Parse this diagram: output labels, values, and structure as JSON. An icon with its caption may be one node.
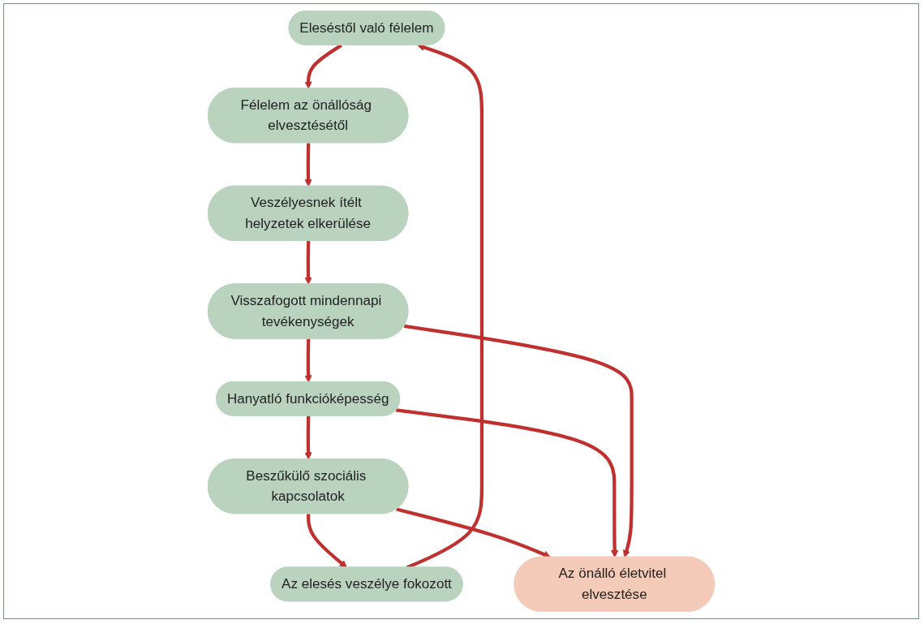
{
  "diagram": {
    "nodes": [
      {
        "text": [
          "Eleséstől való félelem"
        ]
      },
      {
        "text": [
          "Félelem az önállóság elvesztésétől"
        ]
      },
      {
        "text": [
          "Veszélyesnek ítélt helyzetek elkerülése"
        ]
      },
      {
        "text": [
          "Az önálló életvitel elvesztése"
        ]
      },
      {
        "text": [
          "Visszafogott mindennapi tevékenységek"
        ]
      },
      {
        "text": [
          "Hanyatló funkcióképesség"
        ]
      },
      {
        "text": [
          "Beszűkülő szociális kapcsolatok"
        ]
      },
      {
        "text": [
          "Az elesés veszélye fokozott"
        ]
      }
    ],
    "edges": [
      {
        "from": 0,
        "to": 1,
        "arrow": "to"
      },
      {
        "from": 1,
        "to": 2,
        "arrow": "to"
      },
      {
        "from": 2,
        "to": 4,
        "arrow": "to"
      },
      {
        "from": 4,
        "to": 5,
        "arrow": "to"
      },
      {
        "from": 5,
        "to": 6,
        "arrow": "to"
      },
      {
        "from": 6,
        "to": 7,
        "arrow": "to"
      },
      {
        "from": 7,
        "to": 0,
        "arrow": "to"
      },
      {
        "from": 6,
        "to": 3,
        "arrow": "to"
      },
      {
        "from": 5,
        "to": 3,
        "arrow": "to"
      },
      {
        "from": 4,
        "to": 3,
        "arrow": "to"
      }
    ]
  }
}
